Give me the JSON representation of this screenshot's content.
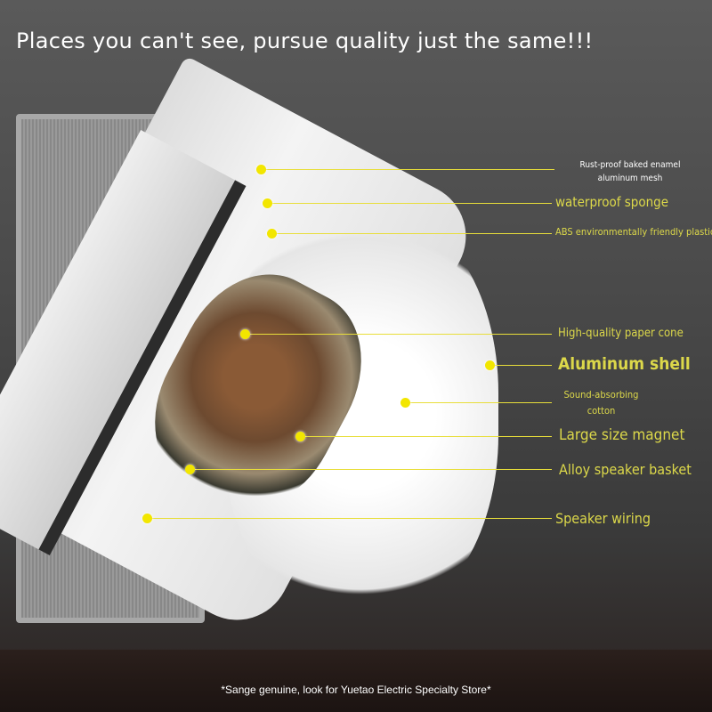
{
  "headline": "Places you can't see, pursue quality just the same!!!",
  "footer": "*Sange genuine, look for Yuetao Electric Specialty Store*",
  "accent_color": "#dcd84a",
  "callouts": [
    {
      "label": "Rust-proof baked enamel aluminum mesh"
    },
    {
      "label": "waterproof sponge"
    },
    {
      "label": "ABS environmentally friendly plastic"
    },
    {
      "label": "High-quality paper cone"
    },
    {
      "label": "Aluminum shell"
    },
    {
      "label": "Sound-absorbing cotton"
    },
    {
      "label": "Large size magnet"
    },
    {
      "label": "Alloy speaker basket"
    },
    {
      "label": "Speaker wiring"
    }
  ]
}
